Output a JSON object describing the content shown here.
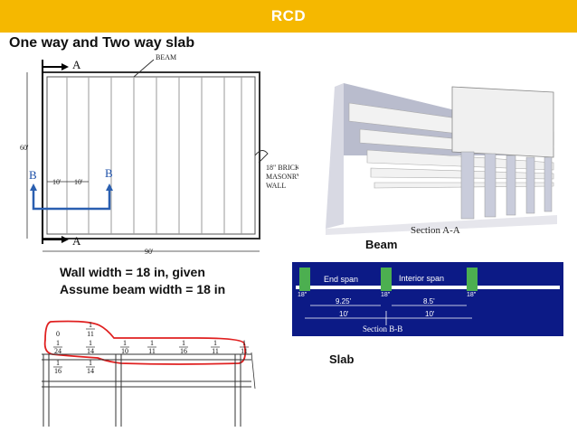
{
  "header": {
    "title": "RCD",
    "bg_color": "#f5b800"
  },
  "slide": {
    "subtitle": "One way and Two way slab"
  },
  "plan": {
    "beam_label": "BEAM",
    "section_a_top": "A",
    "section_a_bottom": "A",
    "section_b_left": "B",
    "section_b_right": "B",
    "dim_left": "60'",
    "dim_bottom": "90'",
    "spacing_1": "10'",
    "spacing_2": "10'",
    "wall_note": [
      "18\" BRICK",
      "MASONRY",
      "WALL"
    ]
  },
  "beam_view": {
    "section_label": "Section A-A",
    "caption": "Beam"
  },
  "notes": {
    "wall_width": "Wall width = 18 in, given",
    "beam_width": "Assume beam width = 18 in"
  },
  "section_bb": {
    "end_span": "End span",
    "interior_span": "Interior span",
    "w1": "18\"",
    "w2": "18\"",
    "w3": "18\"",
    "clear_1": "9.25'",
    "clear_2": "8.5'",
    "span_1": "10'",
    "span_2": "10'",
    "section_label": "Section B-B",
    "caption": "Slab",
    "bg_color": "#0c1a86"
  },
  "coefficients": {
    "top": [
      {
        "num": "",
        "den": "0"
      },
      {
        "num": "1",
        "den": "11"
      }
    ],
    "mid": [
      {
        "num": "1",
        "den": "24"
      },
      {
        "num": "1",
        "den": "14"
      },
      {
        "num": "1",
        "den": "10"
      },
      {
        "num": "1",
        "den": "11"
      },
      {
        "num": "1",
        "den": "16"
      },
      {
        "num": "1",
        "den": "11"
      },
      {
        "num": "1",
        "den": "11"
      }
    ],
    "bot": [
      {
        "num": "1",
        "den": "16"
      },
      {
        "num": "1",
        "den": "14"
      }
    ]
  }
}
